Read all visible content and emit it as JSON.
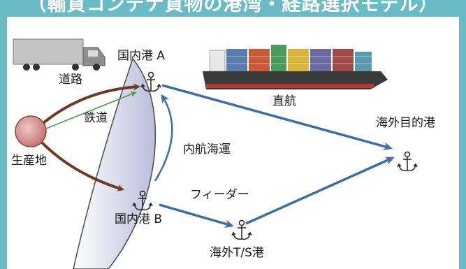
{
  "header": {
    "title": "（輸貨コンテナ貨物の港湾・経路選択モデル）"
  },
  "labels": {
    "origin": "生産地",
    "road": "道路",
    "rail": "鉄道",
    "port_a": "国内港 A",
    "port_b": "国内港 B",
    "direct": "直航",
    "coastal": "内航海運",
    "feeder": "フィーダー",
    "destination": "海外目的港",
    "transship": "海外T/S港"
  },
  "icons": {
    "truck": "truck-icon",
    "ship": "container-ship-icon",
    "anchor": "anchor-icon"
  },
  "colors": {
    "frame": "#69bcc5",
    "land_route": "#6e3a23",
    "rail_route": "#4a9a4a",
    "sea_route": "#3a6fa8",
    "origin_fill": "#c97a7a",
    "coast": "#c9cde4"
  }
}
